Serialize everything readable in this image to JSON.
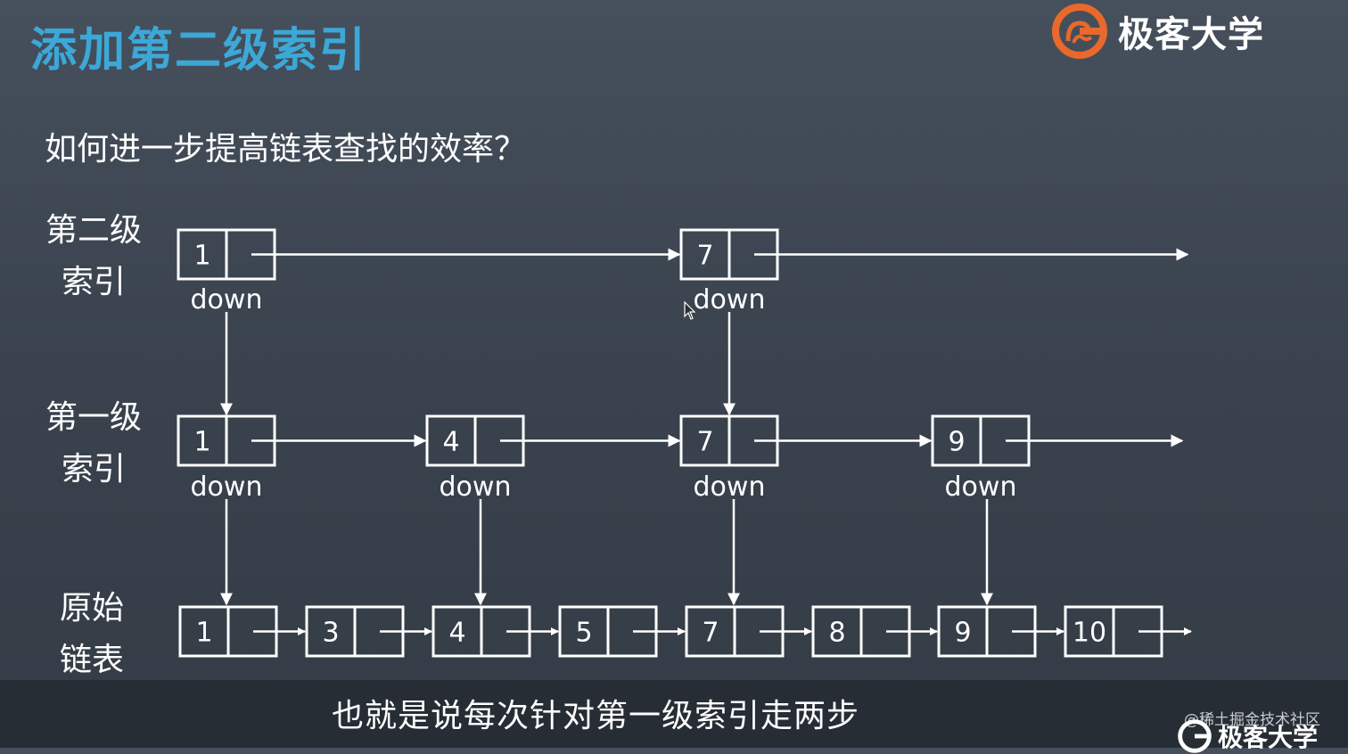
{
  "title": "添加第二级索引",
  "logo_text": "极客大学",
  "question": "如何进一步提高链表查找的效率？",
  "levels": {
    "level2": {
      "label_line1": "第二级",
      "label_line2": "索引",
      "nodes": [
        "1",
        "7"
      ]
    },
    "level1": {
      "label_line1": "第一级",
      "label_line2": "索引",
      "nodes": [
        "1",
        "4",
        "7",
        "9"
      ]
    },
    "base": {
      "label_line1": "原始",
      "label_line2": "链表",
      "nodes": [
        "1",
        "3",
        "4",
        "5",
        "7",
        "8",
        "9",
        "10"
      ]
    }
  },
  "down_label": "down",
  "subtitle": "也就是说每次针对第一级索引走两步",
  "watermark": "@稀土掘金技术社区",
  "watermark_logo_text": "极客大学",
  "colors": {
    "title": "#3ca8d8",
    "logo": "#e8692b",
    "line": "#ffffff"
  }
}
